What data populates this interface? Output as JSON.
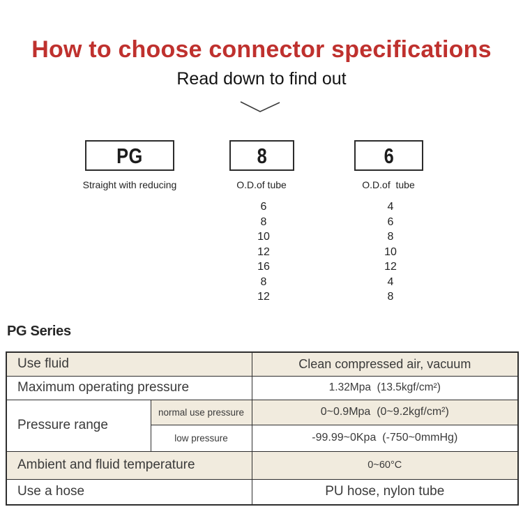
{
  "header": {
    "title": "How to choose connector specifications",
    "subtitle": "Read down to find out",
    "chevron_icon": "chevron-down"
  },
  "colors": {
    "title_red": "#bf312e",
    "table_band_beige": "#f1ebde",
    "border_dark": "#2e2e2e"
  },
  "selector": {
    "boxes": [
      {
        "code": "PG",
        "label": "Straight with reducing"
      },
      {
        "code": "8",
        "label": "O.D.of tube",
        "options": [
          "6",
          "8",
          "10",
          "12",
          "16",
          "8",
          "12"
        ]
      },
      {
        "code": "6",
        "label": "O.D.of  tube",
        "options": [
          "4",
          "6",
          "8",
          "10",
          "12",
          "4",
          "8"
        ]
      }
    ]
  },
  "series_heading": "PG Series",
  "spec_table": {
    "rows": [
      {
        "label": "Use fluid",
        "value": "Clean compressed air, vacuum"
      },
      {
        "label": "Maximum operating pressure",
        "value": "1.32Mpa  (13.5kgf/cm²)"
      },
      {
        "label": "Pressure range",
        "sub_rows": [
          {
            "label": "normal use pressure",
            "value": "0~0.9Mpa  (0~9.2kgf/cm²)"
          },
          {
            "label": "low pressure",
            "value": "-99.99~0Kpa  (-750~0mmHg)"
          }
        ]
      },
      {
        "label": "Ambient and fluid temperature",
        "value": "0~60°C"
      },
      {
        "label": "Use a hose",
        "value": "PU hose, nylon tube"
      }
    ]
  }
}
